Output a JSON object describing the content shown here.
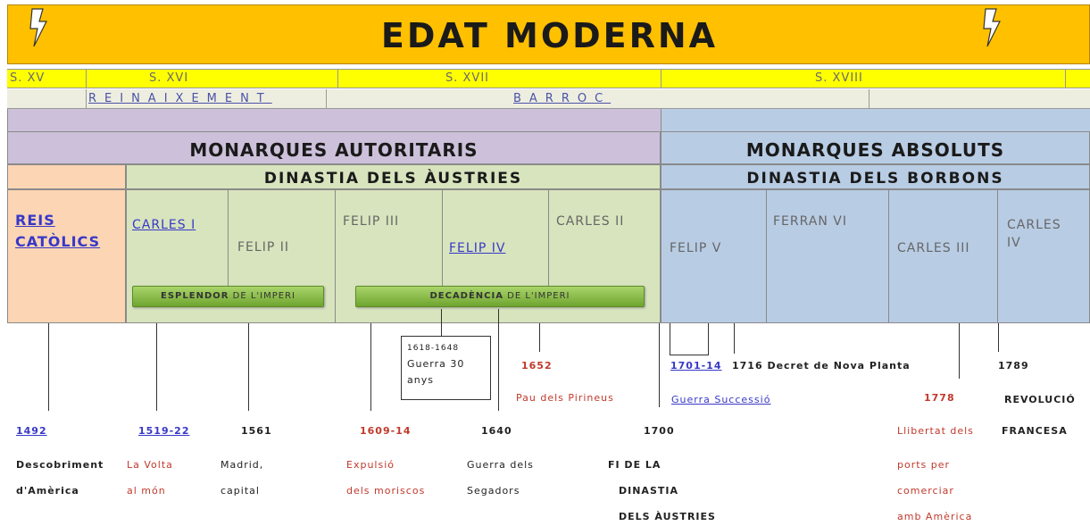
{
  "title": "EDAT MODERNA",
  "centuries": [
    "S. XV",
    "S. XVI",
    "S. XVII",
    "S. XVIII"
  ],
  "styles": [
    "REINAIXEMENT",
    "BARROC"
  ],
  "monarchies": [
    "MONARQUES AUTORITARIS",
    "MONARQUES ABSOLUTS"
  ],
  "dynasties": [
    "DINASTIA DELS ÀUSTRIES",
    "DINASTIA DELS BORBONS"
  ],
  "kings": {
    "reis_catolics": "REIS CATÒLICS",
    "carles1": "CARLES I",
    "felip2": "FELIP II",
    "felip3": "FELIP III",
    "felip4": "FELIP IV",
    "carles2": "CARLES II",
    "felip5": "FELIP V",
    "ferran6": "FERRAN VI",
    "carles3": "CARLES III",
    "carles4_a": "CARLES",
    "carles4_b": "IV"
  },
  "buttons": {
    "esplendor_bold": "ESPLENDOR",
    "esplendor_rest": " DE L'IMPERI",
    "decadencia_bold": "DECADÈNCIA",
    "decadencia_rest": " DE L'IMPERI"
  },
  "events": {
    "e1492_year": "1492",
    "e1492_l1": "Descobriment",
    "e1492_l2": "d'Amèrica",
    "e1519_year": "1519-22",
    "e1519_l1": "La Volta",
    "e1519_l2": "al món",
    "e1561_year": "1561",
    "e1561_l1": "Madrid,",
    "e1561_l2": "capital",
    "e1609_year": "1609-14",
    "e1609_l1": "Expulsió",
    "e1609_l2": "dels moriscos",
    "e1618_year": "1618-1648",
    "e1618_l1": "Guerra 30",
    "e1618_l2": "anys",
    "e1640_year": "1640",
    "e1640_l1": "Guerra dels",
    "e1640_l2": "Segadors",
    "e1652_year": "1652",
    "e1652_l1": "Pau dels Pirineus",
    "e1700_year": "1700",
    "e1700_l1": "FI DE LA",
    "e1700_l2": "DINASTIA",
    "e1700_l3": "DELS ÀUSTRIES",
    "e1701_year": "1701-14",
    "e1701_l1": "Guerra Successió",
    "e1716": "1716 Decret de Nova Planta",
    "e1778_year": "1778",
    "e1778_l1": "Llibertat dels",
    "e1778_l2": "ports per",
    "e1778_l3": "comerciar",
    "e1778_l4": "amb Amèrica",
    "e1789_year": "1789",
    "e1789_l1": "REVOLUCIÓ",
    "e1789_l2": "FRANCESA"
  },
  "colors": {
    "title_bg": "#ffc000",
    "century_bg": "#ffff00",
    "autoritaris_bg": "#ccc0da",
    "absoluts_bg": "#b8cce4",
    "austries_bg": "#d7e4bd",
    "reis_bg": "#fcd5b4"
  }
}
